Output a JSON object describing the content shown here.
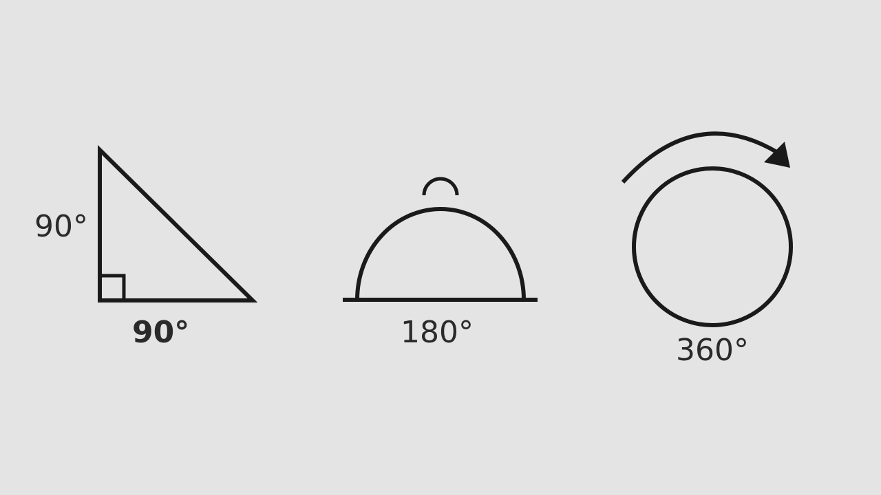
{
  "figures": {
    "triangle": {
      "side_label": "90°",
      "base_label": "90°"
    },
    "cloche": {
      "label": "180°"
    },
    "circle": {
      "label": "360°"
    }
  },
  "colors": {
    "background": "#e4e4e4",
    "stroke": "#1a1a1a",
    "text": "#2a2a2a"
  }
}
